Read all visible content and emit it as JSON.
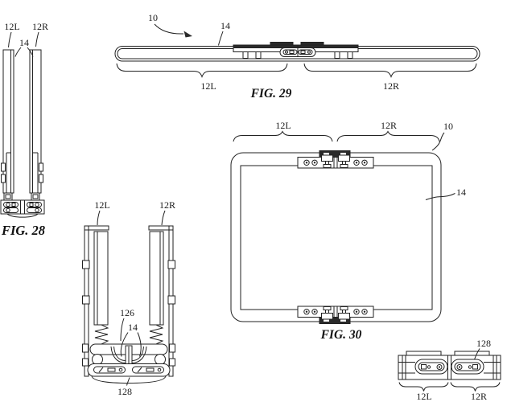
{
  "colors": {
    "line": "#222222",
    "background": "#ffffff",
    "dark_fill": "#2a2a2a"
  },
  "figures": {
    "fig28": {
      "caption": "FIG. 28",
      "labels": {
        "left": "12L",
        "right": "12R",
        "display": "14"
      }
    },
    "fig29": {
      "caption": "FIG. 29",
      "labels": {
        "device": "10",
        "display": "14",
        "left": "12L",
        "right": "12R"
      }
    },
    "fig30": {
      "caption": "FIG. 30",
      "labels": {
        "left": "12L",
        "right": "12R",
        "device": "10",
        "display": "14"
      }
    },
    "fig31": {
      "labels": {
        "left": "12L",
        "right": "12R",
        "recess": "126",
        "display": "14",
        "cover": "128"
      }
    },
    "fig32": {
      "labels": {
        "cover": "128",
        "left": "12L",
        "right": "12R"
      }
    }
  }
}
